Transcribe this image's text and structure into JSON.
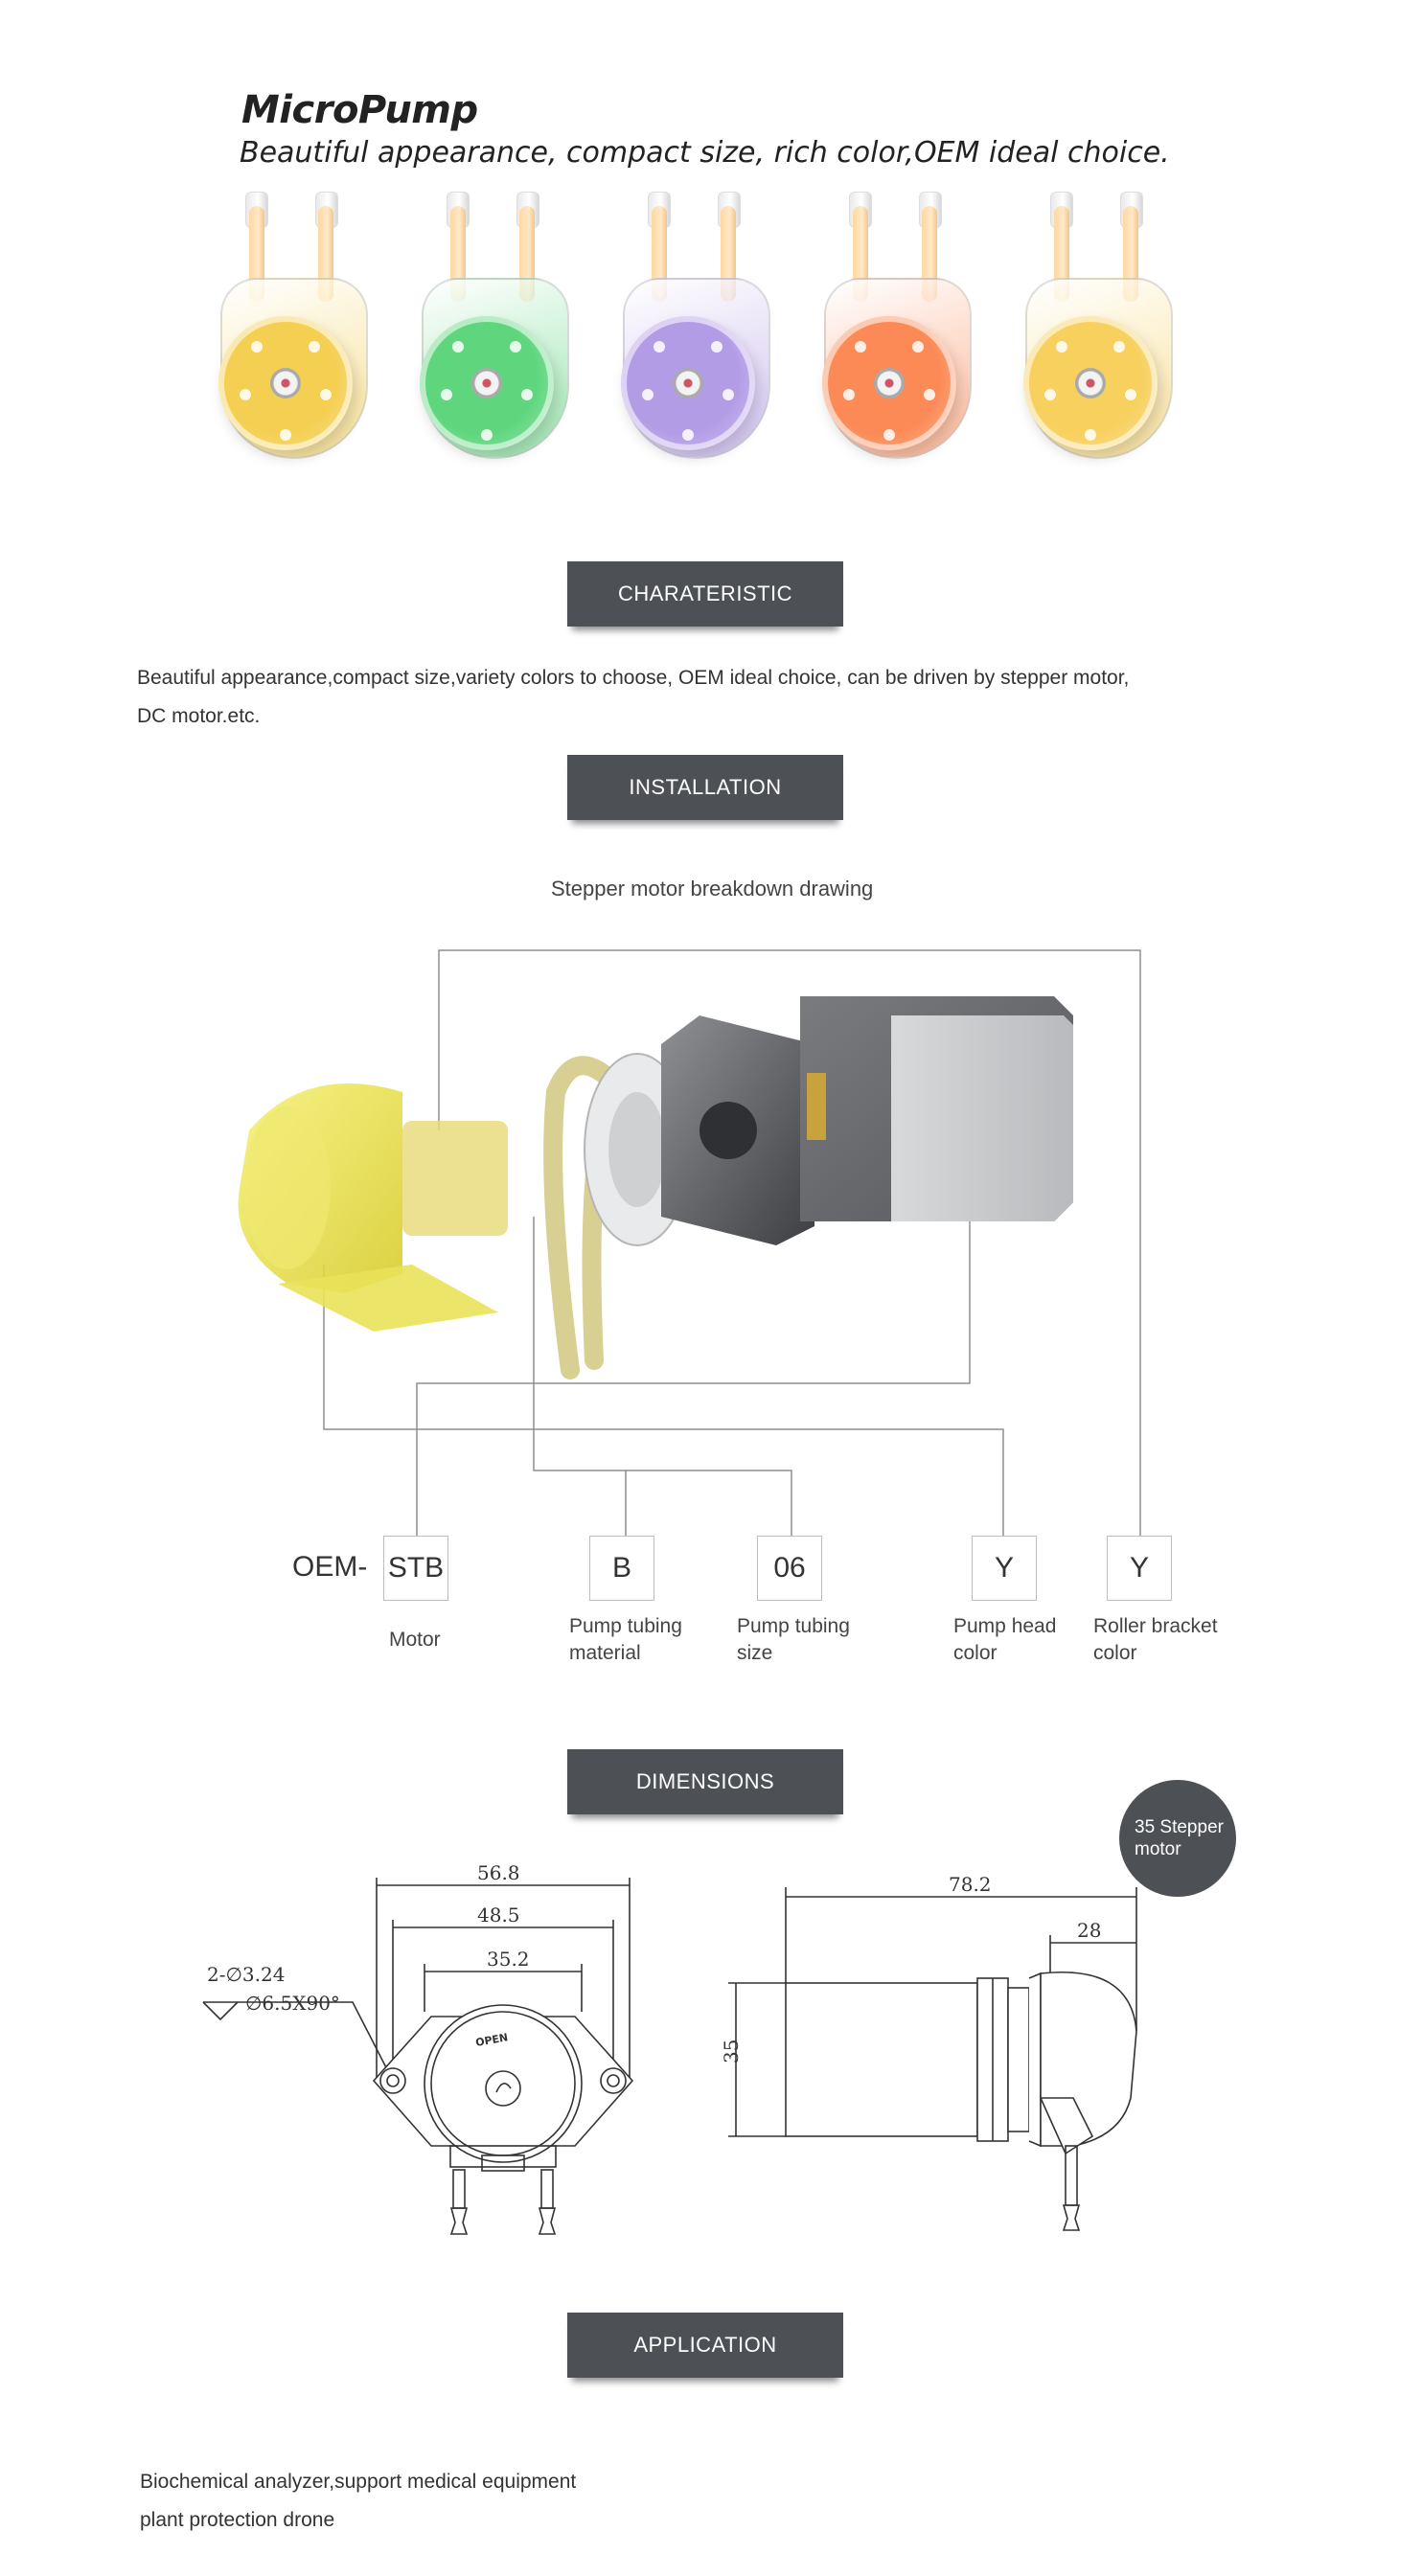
{
  "header": {
    "title": "MicroPump",
    "subtitle": "Beautiful appearance, compact size, rich color,OEM ideal choice."
  },
  "pump_colors": [
    {
      "name": "transparent-yellow",
      "color": "#f4cf52"
    },
    {
      "name": "transparent-green",
      "color": "#5fd67e"
    },
    {
      "name": "transparent-purple",
      "color": "#b39ce6"
    },
    {
      "name": "transparent-orange",
      "color": "#fb8a56"
    },
    {
      "name": "transparent-gold",
      "color": "#f7d05e"
    }
  ],
  "characteristic": {
    "heading": "CHARATERISTIC",
    "text_line1": "Beautiful appearance,compact size,variety colors to choose, OEM ideal choice, can be driven by  stepper motor,",
    "text_line2": "DC motor.etc."
  },
  "installation": {
    "heading": "INSTALLATION",
    "drawing_title": "Stepper motor breakdown drawing",
    "prefix": "OEM-",
    "codes": [
      {
        "code": "STB",
        "caption1": "Motor",
        "caption2": ""
      },
      {
        "code": "B",
        "caption1": "Pump tubing",
        "caption2": "material"
      },
      {
        "code": "06",
        "caption1": "Pump tubing",
        "caption2": "size"
      },
      {
        "code": "Y",
        "caption1": "Pump head",
        "caption2": "color"
      },
      {
        "code": "Y",
        "caption1": "Roller bracket",
        "caption2": "color"
      }
    ]
  },
  "dimensions": {
    "heading": "DIMENSIONS",
    "badge": "35 Stepper motor",
    "front": {
      "width_outer": "56.8",
      "width_mid": "48.5",
      "width_inner": "35.2",
      "hole_note1": "2-∅3.24",
      "hole_note2": "∅6.5X90°",
      "open_label": "OPEN"
    },
    "side": {
      "length": "78.2",
      "head_length": "28",
      "height": "35"
    }
  },
  "application": {
    "heading": "APPLICATION",
    "line1": "Biochemical analyzer,support medical equipment",
    "line2": "plant protection drone"
  }
}
